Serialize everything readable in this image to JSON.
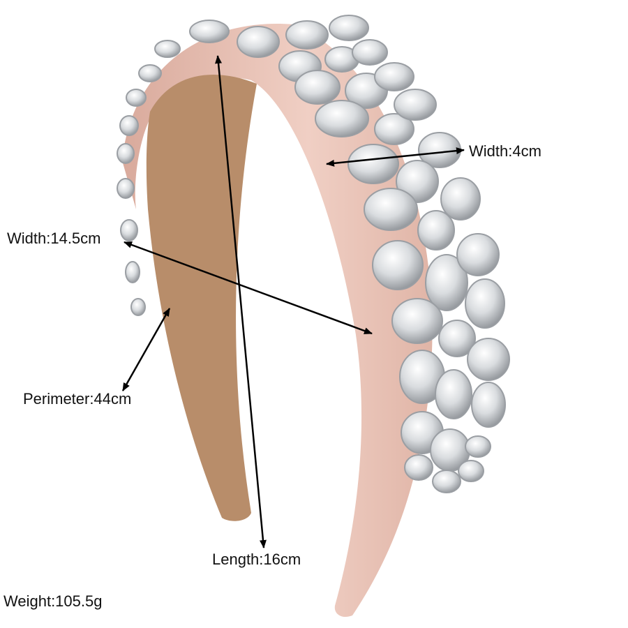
{
  "product": "headband",
  "colors": {
    "band": "#e7c2b6",
    "inner": "#b88d6a",
    "crystal": "#e4e6e8",
    "arrow": "#000000"
  },
  "annotations": {
    "width_small": "Width:4cm",
    "width_large": "Width:14.5cm",
    "perimeter": "Perimeter:44cm",
    "length": "Length:16cm",
    "weight": "Weight:105.5g"
  }
}
